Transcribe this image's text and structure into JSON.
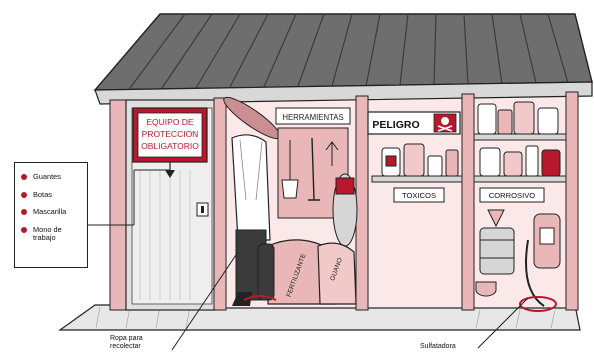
{
  "colors": {
    "roof": "#6e6e6e",
    "roof_dark": "#3c3c3c",
    "pink": "#e9b7b7",
    "pink_dark": "#c98f93",
    "red": "#b8182c",
    "wall": "#fbe9e9",
    "floor": "#dcdcdc"
  },
  "sign": {
    "line1": "EQUIPO DE",
    "line2": "PROTECCION",
    "line3": "OBLIGATORIO"
  },
  "legend": {
    "items": [
      {
        "label": "Guantes"
      },
      {
        "label": "Botas"
      },
      {
        "label": "Mascarilla"
      },
      {
        "label": "Mono de trabajo"
      }
    ]
  },
  "shelves": {
    "tools": "HERRAMIENTAS",
    "danger": "PELIGRO",
    "toxic": "TOXICOS",
    "corrosive": "CORROSIVO"
  },
  "sacks": {
    "fertilizer": "FERTILIZANTE",
    "guano": "GUANO"
  },
  "captions": {
    "harvest_clothes": "Ropa para recolectar",
    "sprayer": "Sulfatadora"
  },
  "icons": [
    "skull-crossbones-icon",
    "arrow-down-icon",
    "bullet-icon"
  ]
}
